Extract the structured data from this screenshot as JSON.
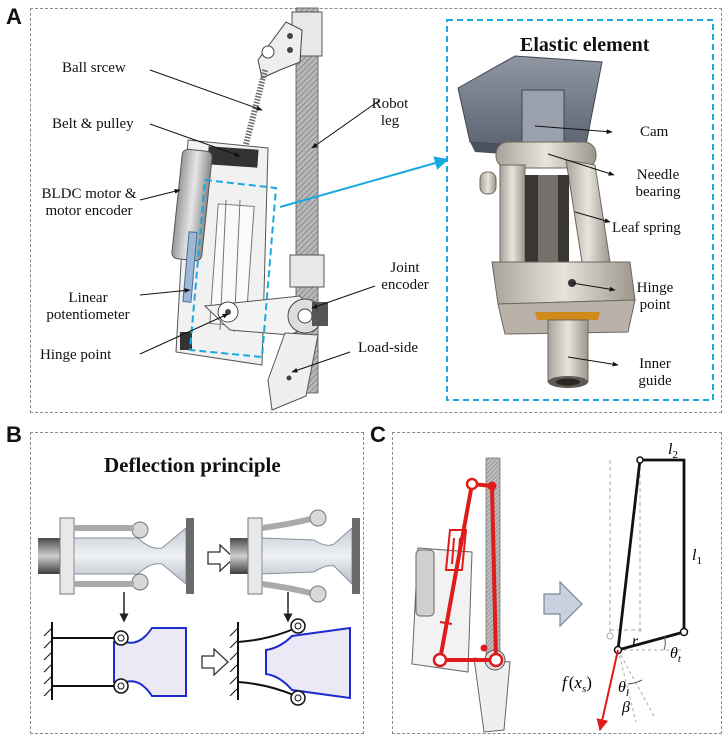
{
  "panels": {
    "a": {
      "letter": "A"
    },
    "b": {
      "letter": "B",
      "title": "Deflection principle"
    },
    "c": {
      "letter": "C"
    }
  },
  "panel_a": {
    "labels": {
      "ball_screw": "Ball srcew",
      "belt_pulley": "Belt & pulley",
      "bldc_1": "BLDC motor &",
      "bldc_2": "motor encoder",
      "linear_pot_1": "Linear",
      "linear_pot_2": "potentiometer",
      "hinge_point": "Hinge point",
      "robot_leg_1": "Robot",
      "robot_leg_2": "leg",
      "joint_encoder_1": "Joint",
      "joint_encoder_2": "encoder",
      "load_side": "Load-side"
    }
  },
  "elastic": {
    "title": "Elastic element",
    "labels": {
      "cam": "Cam",
      "needle_1": "Needle",
      "needle_2": "bearing",
      "leaf_spring": "Leaf spring",
      "hinge_1": "Hinge",
      "hinge_2": "point",
      "inner_1": "Inner",
      "inner_2": "guide"
    }
  },
  "panel_c": {
    "symbols": {
      "l2_base": "l",
      "l2_sub": "2",
      "l1_base": "l",
      "l1_sub": "1",
      "r": "r",
      "theta_t_base": "θ",
      "theta_t_sub": "t",
      "theta_l_base": "θ",
      "theta_l_sub": "l",
      "beta": "β",
      "f_xs_1": "f",
      "f_xs_2": "(",
      "f_xs_3": "x",
      "f_xs_4": "s",
      "f_xs_5": ")"
    }
  },
  "colors": {
    "dash_gray": "#8a8a8a",
    "callout_cyan": "#19a9e0",
    "linkage_red": "#e01b1b",
    "blade_blue": "#1a2ccc",
    "leg_gray": "#8d8d8d"
  }
}
